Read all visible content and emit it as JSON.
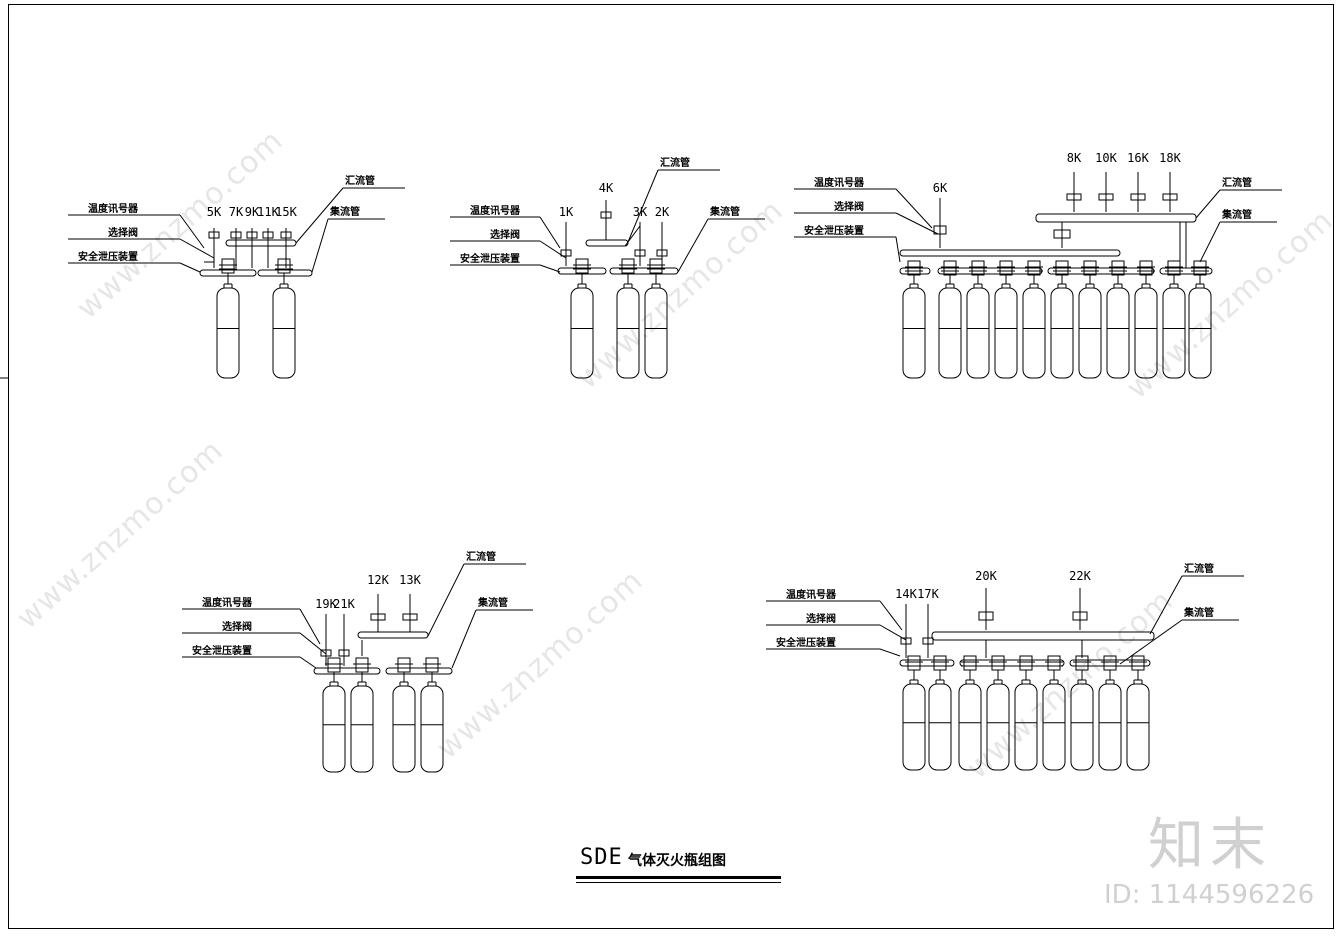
{
  "labels": {
    "temp_signaler": "温度讯号器",
    "selector_valve": "选择阀",
    "safety_relief": "安全泄压装置",
    "manifold_pipe": "汇流管",
    "collector_pipe": "集流管"
  },
  "groups": [
    {
      "id": "g1",
      "numbers": [
        "5K",
        "7K",
        "9K",
        "11K",
        "15K"
      ]
    },
    {
      "id": "g2",
      "numbers": [
        "1K",
        "4K",
        "3K",
        "2K"
      ]
    },
    {
      "id": "g3",
      "numbers": [
        "6K",
        "8K",
        "10K",
        "16K",
        "18K"
      ]
    },
    {
      "id": "g4",
      "numbers": [
        "19K",
        "21K",
        "12K",
        "13K"
      ]
    },
    {
      "id": "g5",
      "numbers": [
        "14K",
        "17K",
        "20K",
        "22K"
      ]
    }
  ],
  "title": {
    "main": "SDE",
    "sub": "气体灭火瓶组图"
  },
  "watermark": {
    "site": "www.znzmo.com",
    "logo": "知末",
    "id_text": "ID: 1144596226"
  }
}
